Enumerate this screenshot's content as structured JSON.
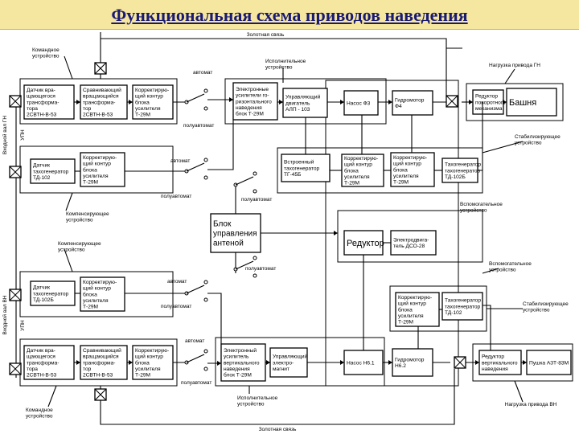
{
  "title": "Функциональная схема приводов наведения",
  "feedback_top": "Золотная связь",
  "feedback_bottom": "Золотная связь",
  "blocks": [
    {
      "id": "bl-gn-sensor",
      "text": [
        "Датчик вра-",
        "щающегося",
        "трансформа-",
        "тора",
        "2СВТН-В-53"
      ]
    },
    {
      "id": "bl-gn-compare",
      "text": [
        "Сравнивающий",
        "вращающийся",
        "трансформа-",
        "тор",
        "2СВТН-В-53"
      ]
    },
    {
      "id": "bl-gn-corr1",
      "text": [
        "Корректирую-",
        "щий контур",
        "блока",
        "усилителя",
        "Т-29М"
      ]
    },
    {
      "id": "bl-gn-amp",
      "text": [
        "Электронные",
        "усилители го-",
        "ризонтального",
        "наведения",
        "блок Т-29М"
      ]
    },
    {
      "id": "bl-gn-motor",
      "text": [
        "Управляющий",
        "двигатель",
        "АЛП - 103"
      ]
    },
    {
      "id": "bl-gn-pump",
      "text": [
        "Насос  Ф3"
      ]
    },
    {
      "id": "bl-gn-hydromotor",
      "text": [
        "Гидромотор",
        "Ф4"
      ]
    },
    {
      "id": "bl-gn-gear",
      "text": [
        "Редуктор",
        "поворотного",
        "механизма"
      ]
    },
    {
      "id": "bl-turret",
      "text": [
        "Башня"
      ]
    },
    {
      "id": "bl-gn-tacho",
      "text": [
        "Датчик",
        "тахогенератор",
        "ТД-102"
      ]
    },
    {
      "id": "bl-gn-corr2",
      "text": [
        "Корректирую-",
        "щий контур",
        "блока",
        "усилителя",
        "Т-29М"
      ]
    },
    {
      "id": "bl-gn-ttacho",
      "text": [
        "Встроенный",
        "тахогенератор",
        "ТГ-45Б"
      ]
    },
    {
      "id": "bl-gn-corr3",
      "text": [
        "Корректирую-",
        "щий контур",
        "блока",
        "усилителя",
        "Т-29М"
      ]
    },
    {
      "id": "bl-gn-corr4",
      "text": [
        "Корректирую-",
        "щий контур",
        "блока",
        "усилителя",
        "Т-29М"
      ]
    },
    {
      "id": "bl-gn-tacho2",
      "text": [
        "Тахогенератор",
        "тахогенератор",
        "ТД-102Б"
      ]
    },
    {
      "id": "bl-control-unit",
      "text": [
        "Блок",
        "управления",
        "антеной"
      ]
    },
    {
      "id": "bl-reducer",
      "text": [
        "Редуктор"
      ]
    },
    {
      "id": "bl-electromotor",
      "text": [
        "Электродвига-",
        "тель ДСО-28"
      ]
    },
    {
      "id": "bl-vn-corr3",
      "text": [
        "Корректирую-",
        "щий контур",
        "блока",
        "усилителя",
        "Т-29М"
      ]
    },
    {
      "id": "bl-vn-tacho3",
      "text": [
        "Тахогенератор",
        "тахогенератор",
        "ТД-102"
      ]
    },
    {
      "id": "bl-vn-tacho",
      "text": [
        "Датчик",
        "тахогенератор",
        "ТД-102Б"
      ]
    },
    {
      "id": "bl-vn-corr1",
      "text": [
        "Корректирую-",
        "щий контур",
        "блока",
        "усилителя",
        "Т-29М"
      ]
    },
    {
      "id": "bl-vn-sensor",
      "text": [
        "Датчик вра-",
        "щающегося",
        "трансформа-",
        "тора",
        "2СВТН-В-53"
      ]
    },
    {
      "id": "bl-vn-compare",
      "text": [
        "Сравнивающий",
        "вращающийся",
        "трансформа-",
        "тор",
        "2СВТН-В-53"
      ]
    },
    {
      "id": "bl-vn-corr2",
      "text": [
        "Корректирую-",
        "щий контур",
        "блока",
        "усилителя",
        "Т-29М"
      ]
    },
    {
      "id": "bl-vn-amp",
      "text": [
        "Электронный",
        "усилитель",
        "вертикального",
        "наведения",
        "блок Т-29М"
      ]
    },
    {
      "id": "bl-vn-motor",
      "text": [
        "Управляющий",
        "электро-",
        "магнит"
      ]
    },
    {
      "id": "bl-vn-pump",
      "text": [
        "Насос  Н6.1"
      ]
    },
    {
      "id": "bl-vn-hydromotor",
      "text": [
        "Гидромотор",
        "Н6.2"
      ]
    },
    {
      "id": "bl-vn-gear",
      "text": [
        "Редуктор",
        "вертикального",
        "наведения"
      ]
    },
    {
      "id": "bl-gun",
      "text": [
        "Пушка  АЗТ-83М"
      ]
    }
  ],
  "labels": [
    {
      "id": "lbl-command-gn",
      "text": [
        "Командное",
        "устройство"
      ]
    },
    {
      "id": "lbl-exec-gn",
      "text": [
        "Исполнительное",
        "устройство"
      ]
    },
    {
      "id": "lbl-object-gn",
      "text": [
        "Нагрузка  привода ГН"
      ]
    },
    {
      "id": "lbl-stab-gn",
      "text": [
        "Стабилизирующее",
        "устройство"
      ]
    },
    {
      "id": "lbl-comp-gn",
      "text": [
        "Компенсирующее",
        "устройство"
      ]
    },
    {
      "id": "lbl-aux-gn",
      "text": [
        "Вспомогательное",
        "устройство"
      ]
    },
    {
      "id": "lbl-comp-vn",
      "text": [
        "Компенсирующее",
        "устройство"
      ]
    },
    {
      "id": "lbl-aux-vn",
      "text": [
        "Вспомогательное",
        "устройство"
      ]
    },
    {
      "id": "lbl-stab-vn",
      "text": [
        "Стабилизирующее",
        "устройство"
      ]
    },
    {
      "id": "lbl-exec-vn",
      "text": [
        "Исполнительное",
        "устройство"
      ]
    },
    {
      "id": "lbl-command-vn",
      "text": [
        "Командное",
        "устройство"
      ]
    },
    {
      "id": "lbl-object-vn",
      "text": [
        "Нагрузка  привода  ВН"
      ]
    },
    {
      "id": "lbl-side-gn",
      "text": [
        "Входной вал ГН"
      ]
    },
    {
      "id": "lbl-side-vn",
      "text": [
        "Входной вал ВН"
      ]
    },
    {
      "id": "lbl-side-uph",
      "text": [
        "УПН"
      ]
    },
    {
      "id": "lbl-side-uph2",
      "text": [
        "УПН"
      ]
    }
  ],
  "switch_labels": {
    "auto": "автомат",
    "semiauto": "полуавтомат"
  }
}
